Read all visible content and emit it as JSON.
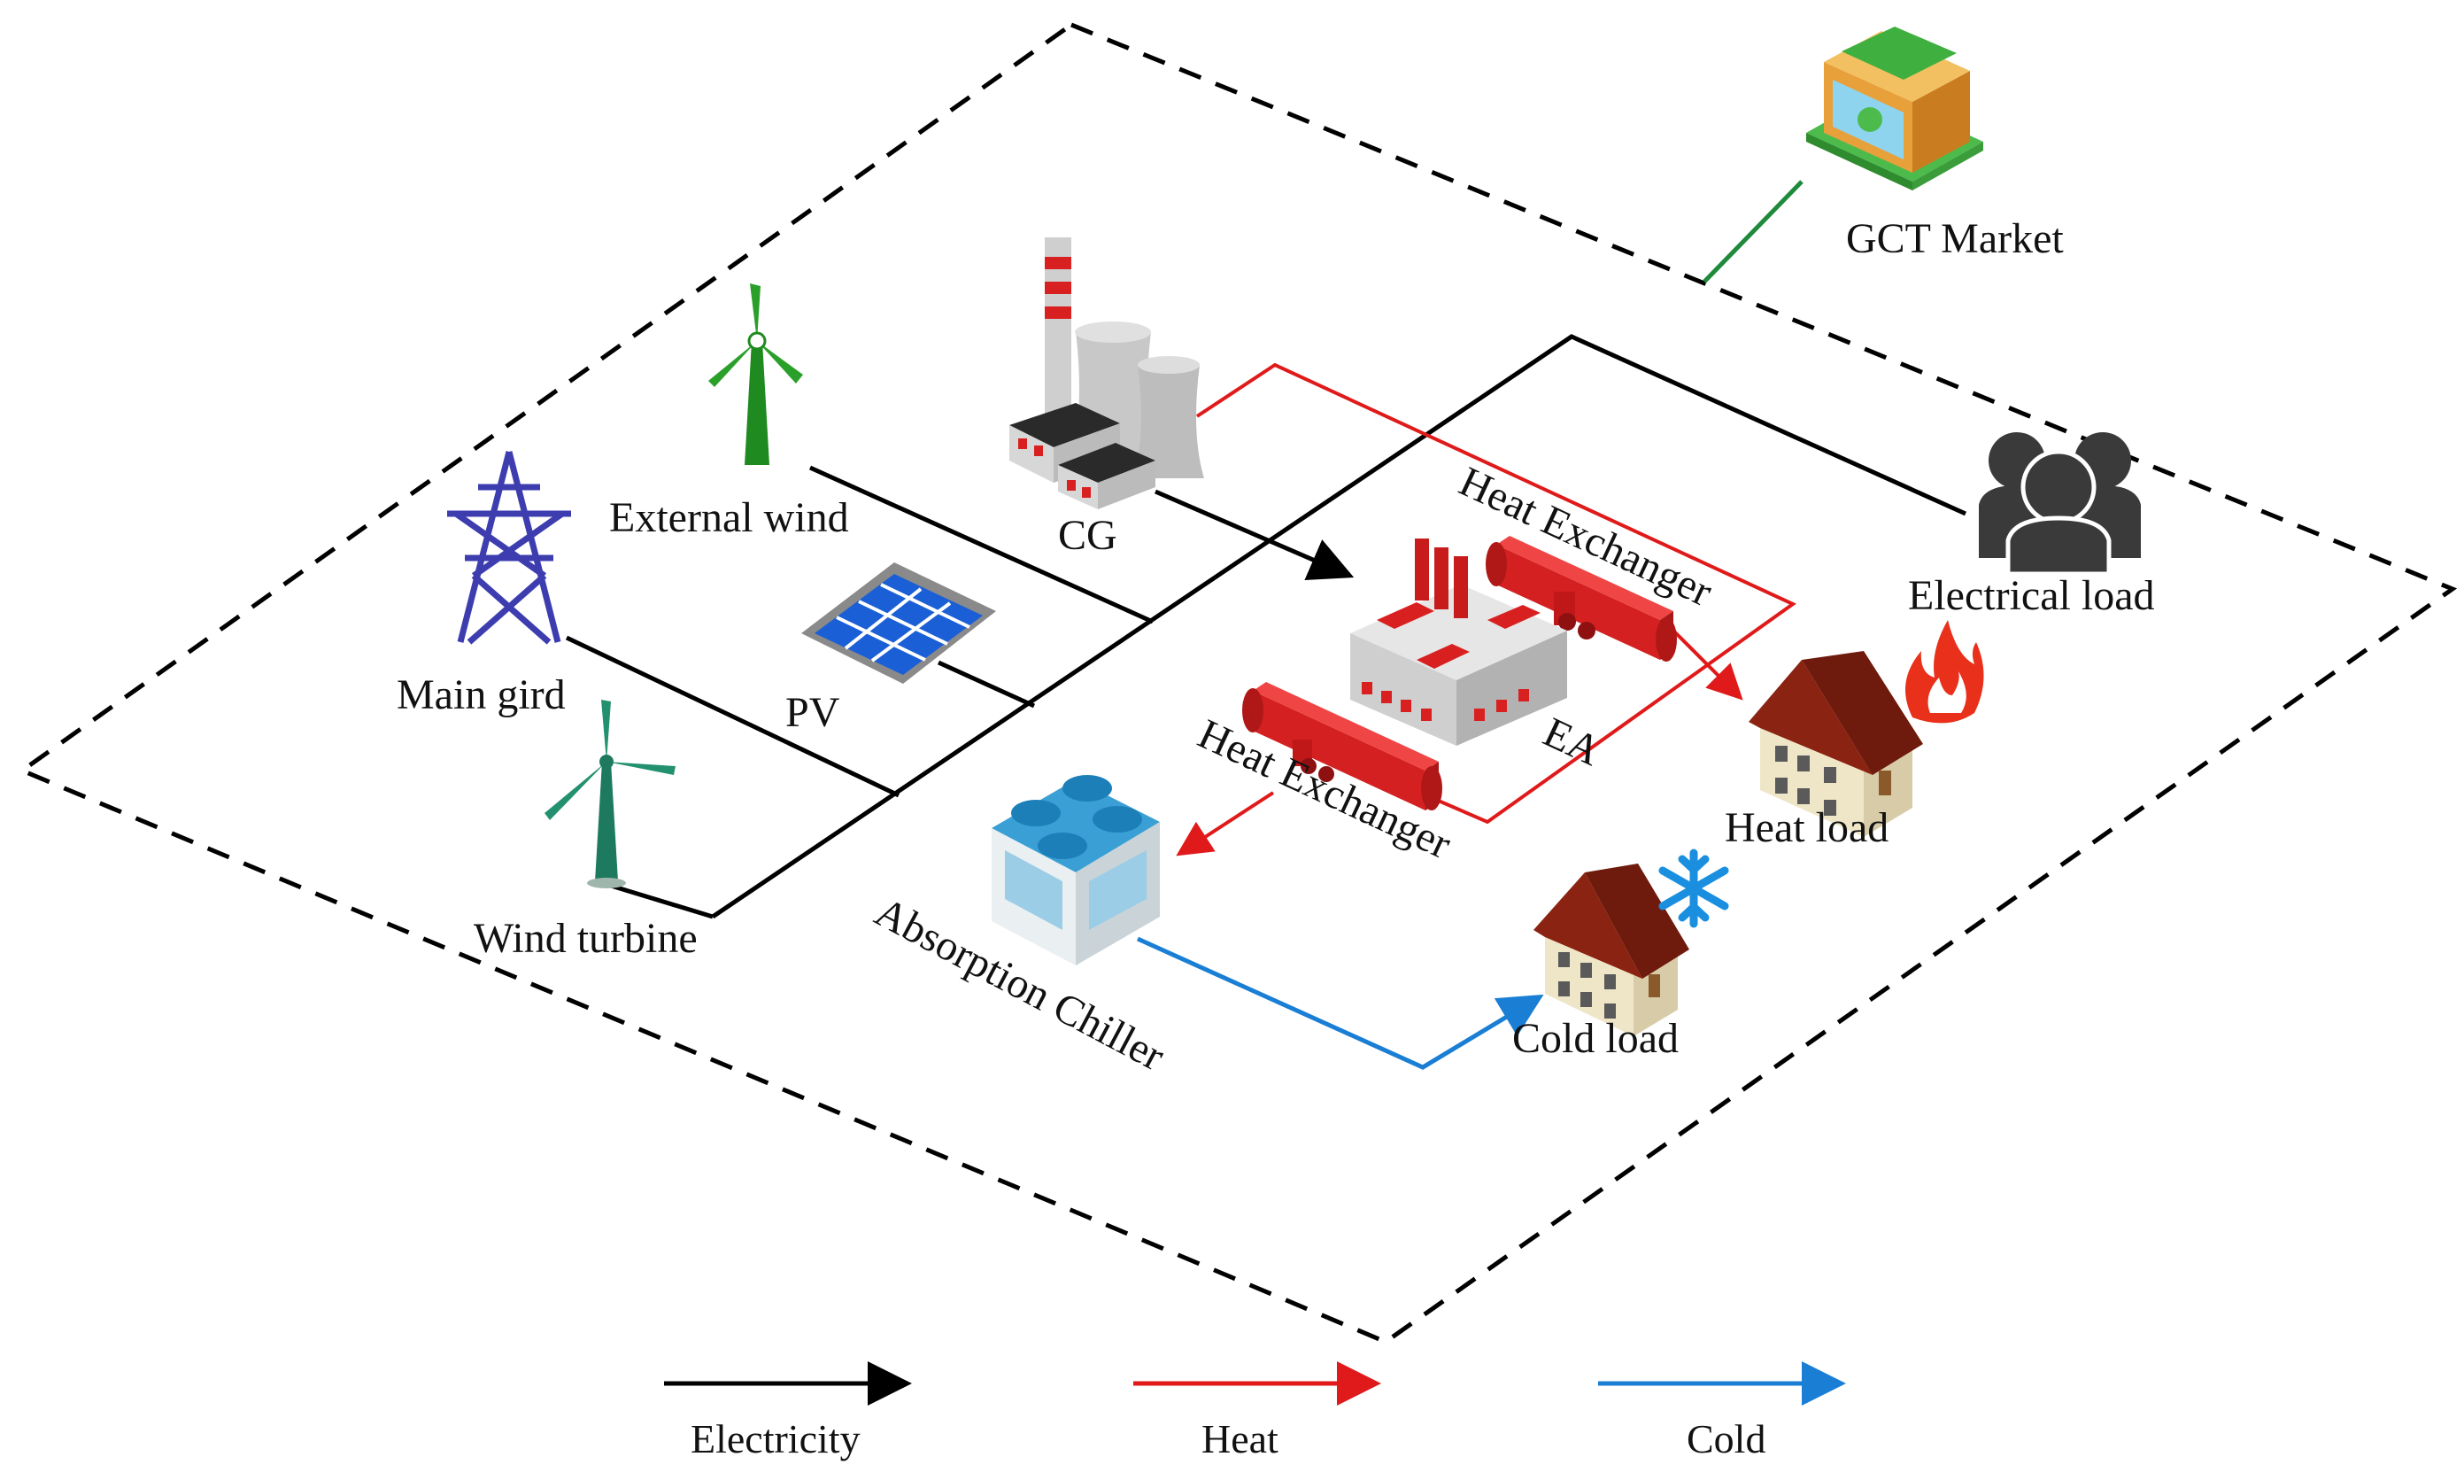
{
  "labels": {
    "gct_market": "GCT Market",
    "external_wind": "External wind",
    "cg": "CG",
    "main_grid": "Main gird",
    "pv": "PV",
    "wind_turbine": "Wind turbine",
    "heat_exchanger_top": "Heat Exchanger",
    "heat_exchanger_bottom": "Heat Exchanger",
    "ea": "EA",
    "electrical_load": "Electrical load",
    "heat_load": "Heat load",
    "absorption_chiller": "Absorption  Chiller",
    "cold_load": "Cold load"
  },
  "legend": {
    "electricity": "Electricity",
    "heat": "Heat",
    "cold": "Cold"
  },
  "colors": {
    "electricity": "#000000",
    "heat": "#e01a1a",
    "cold": "#1a7fd4",
    "market_link": "#1f8a3c",
    "boundary": "#000000"
  },
  "icons": {
    "gct_market": "shop-icon",
    "external_wind": "wind-turbine-icon",
    "cg": "power-plant-icon",
    "main_grid": "transmission-tower-icon",
    "pv": "solar-panel-icon",
    "wind_turbine": "wind-turbine-icon",
    "heat_exchanger": "heat-exchanger-icon",
    "ea": "factory-icon",
    "electrical_load": "people-icon",
    "heat_load": "house-icon",
    "heat_load_badge": "flame-icon",
    "absorption_chiller": "chiller-icon",
    "cold_load": "house-icon",
    "cold_load_badge": "snowflake-icon"
  }
}
